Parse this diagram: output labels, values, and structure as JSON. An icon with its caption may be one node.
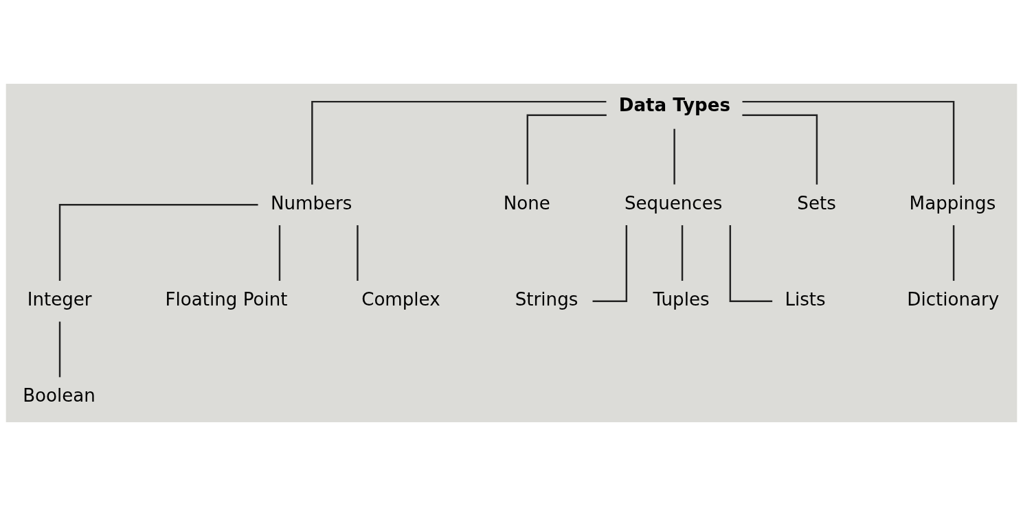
{
  "diagram": {
    "nodes": [
      {
        "text": [
          "Data Types"
        ]
      },
      {
        "text": [
          "Numbers"
        ]
      },
      {
        "text": [
          "None"
        ]
      },
      {
        "text": [
          "Sequences"
        ]
      },
      {
        "text": [
          "Sets"
        ]
      },
      {
        "text": [
          "Mappings"
        ]
      },
      {
        "text": [
          "Integer"
        ]
      },
      {
        "text": [
          "Floating Point"
        ]
      },
      {
        "text": [
          "Complex"
        ]
      },
      {
        "text": [
          "Boolean"
        ]
      },
      {
        "text": [
          "Strings"
        ]
      },
      {
        "text": [
          "Tuples"
        ]
      },
      {
        "text": [
          "Lists"
        ]
      },
      {
        "text": [
          "Dictionary"
        ]
      }
    ],
    "edges": [
      {
        "from": 0,
        "to": 1,
        "arrow": "none"
      },
      {
        "from": 0,
        "to": 2,
        "arrow": "none"
      },
      {
        "from": 0,
        "to": 3,
        "arrow": "none"
      },
      {
        "from": 0,
        "to": 4,
        "arrow": "none"
      },
      {
        "from": 0,
        "to": 5,
        "arrow": "none"
      },
      {
        "from": 1,
        "to": 6,
        "arrow": "none"
      },
      {
        "from": 1,
        "to": 7,
        "arrow": "none"
      },
      {
        "from": 1,
        "to": 8,
        "arrow": "none"
      },
      {
        "from": 6,
        "to": 9,
        "arrow": "none"
      },
      {
        "from": 3,
        "to": 10,
        "arrow": "none"
      },
      {
        "from": 3,
        "to": 11,
        "arrow": "none"
      },
      {
        "from": 3,
        "to": 12,
        "arrow": "none"
      },
      {
        "from": 5,
        "to": 13,
        "arrow": "none"
      }
    ]
  }
}
